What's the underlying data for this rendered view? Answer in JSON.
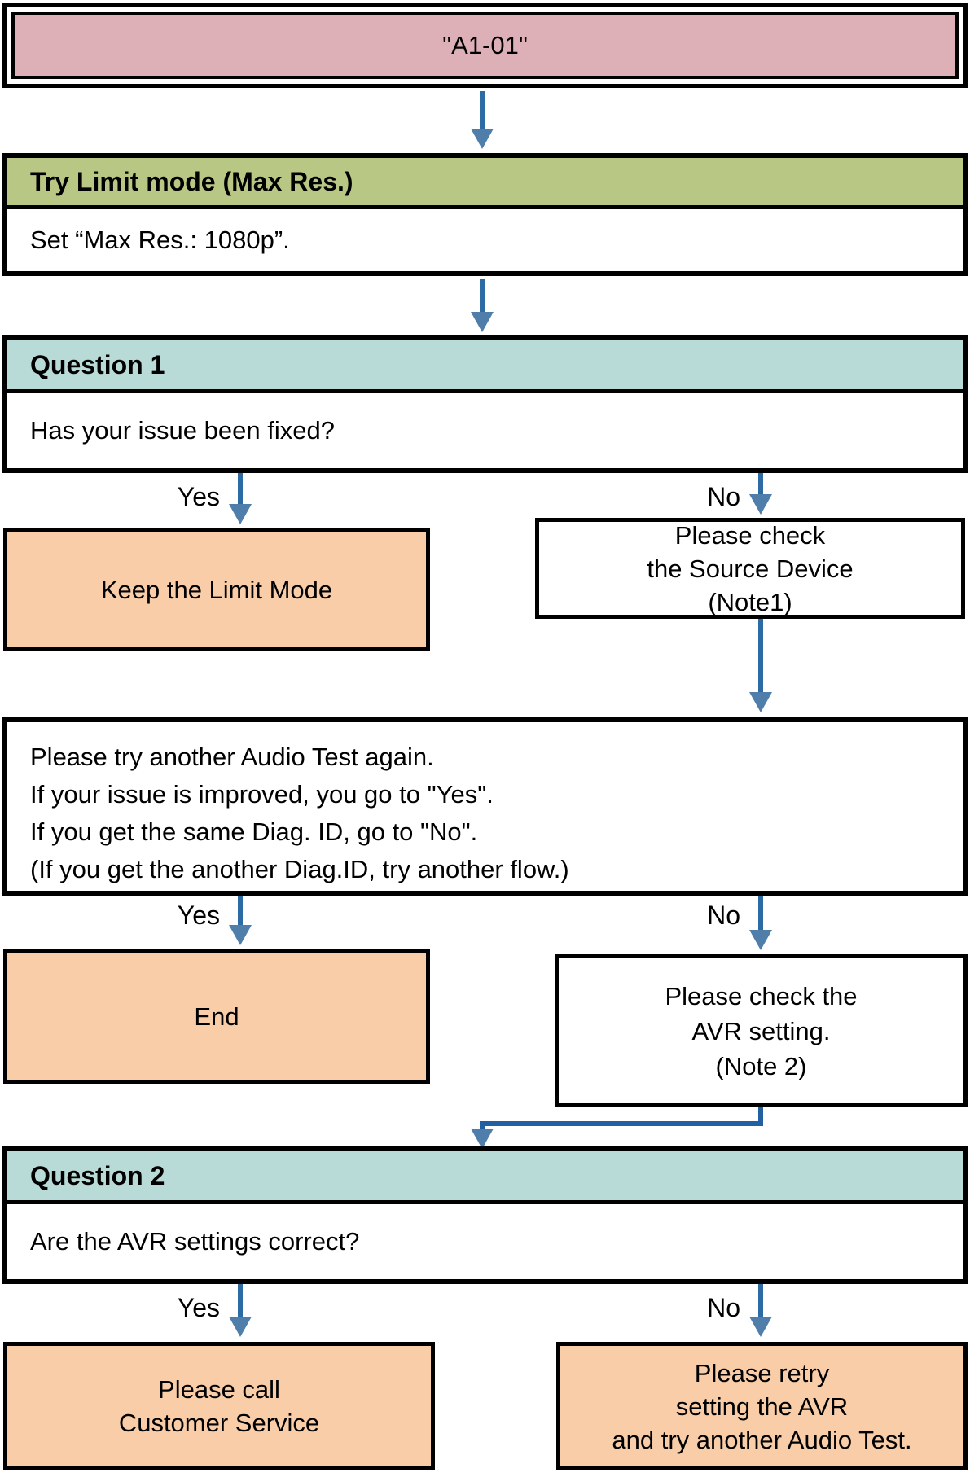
{
  "diagram": {
    "start": {
      "label": "\"A1-01\""
    },
    "steps": {
      "limit": {
        "header": "Try Limit mode (Max Res.)",
        "body": "Set “Max Res.: 1080p”."
      },
      "q1": {
        "header": "Question 1",
        "body": "Has your issue been fixed?"
      },
      "keep": {
        "label": "Keep the Limit Mode"
      },
      "source": {
        "lines": [
          "Please check",
          "the Source Device",
          "(Note1)"
        ]
      },
      "retest": {
        "lines": [
          "Please try another Audio Test again.",
          "If your issue is improved, you go to \"Yes\".",
          "If you get the same Diag. ID, go to \"No\".",
          "(If you get the another Diag.ID, try another flow.)"
        ]
      },
      "end": {
        "label": "End"
      },
      "avr": {
        "lines": [
          "Please check the",
          "AVR setting.",
          "(Note 2)"
        ]
      },
      "q2": {
        "header": "Question 2",
        "body": "Are the AVR settings correct?"
      },
      "call": {
        "lines": [
          "Please call",
          "Customer Service"
        ]
      },
      "retry": {
        "lines": [
          "Please retry",
          "setting the AVR",
          "and try another Audio Test."
        ]
      }
    },
    "branch_labels": {
      "yes": "Yes",
      "no": "No"
    },
    "colors": {
      "terminator_fill": "#ddafb7",
      "step_header_fill": "#b8c884",
      "question_header_fill": "#b9dbd8",
      "result_fill": "#f8cda8",
      "arrow_stem": "#2c6ba3",
      "arrow_head": "#4f7eab",
      "border": "#000000"
    }
  }
}
